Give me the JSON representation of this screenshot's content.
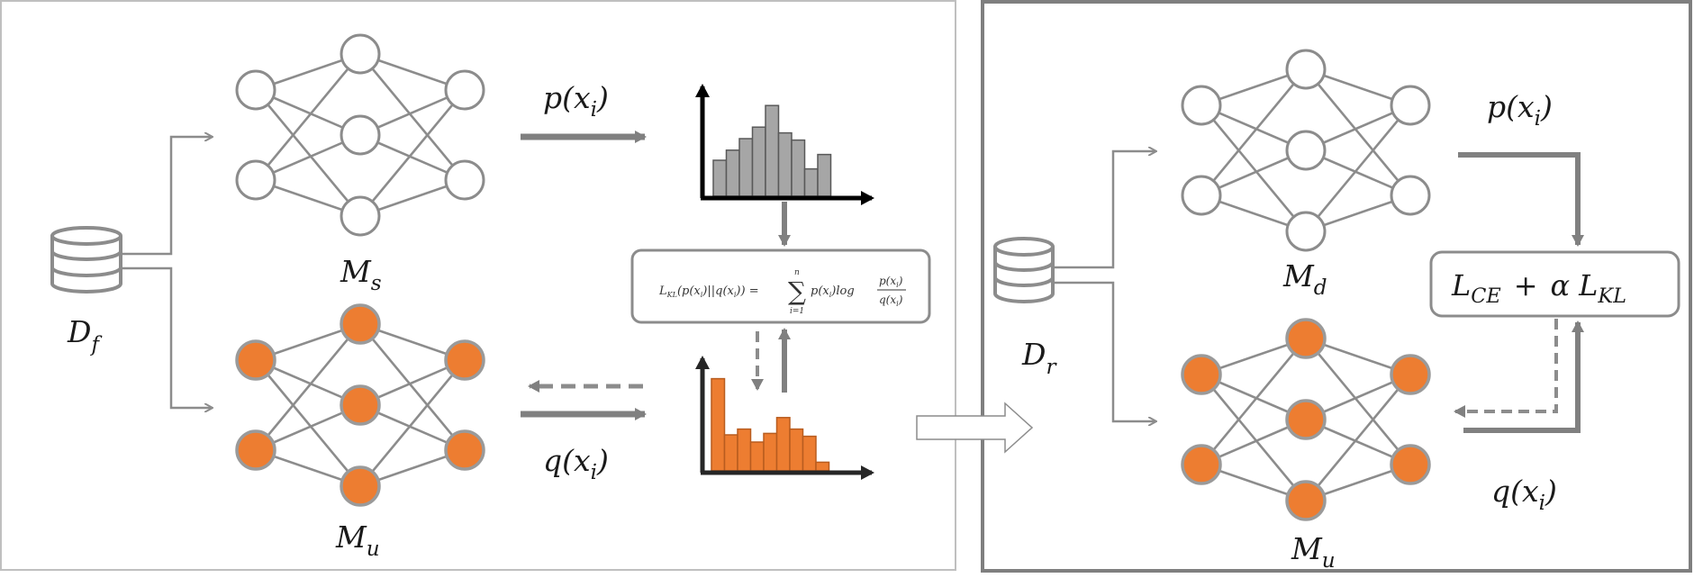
{
  "left_panel": {
    "dataset": {
      "main": "D",
      "sub": "f"
    },
    "source_model": {
      "main": "M",
      "sub": "s"
    },
    "unlearn_model": {
      "main": "M",
      "sub": "u"
    },
    "p_label": {
      "pre": "p(",
      "var": "x",
      "sub": "i",
      "post": ")"
    },
    "q_label": {
      "pre": "q(",
      "var": "x",
      "sub": "i",
      "post": ")"
    },
    "kl_formula": {
      "lhs_main": "L",
      "lhs_sub": "KL",
      "lhs_args": "(p(x",
      "lhs_args_sub": "i",
      "lhs_mid": ")||q(x",
      "lhs_mid_sub": "i",
      "lhs_end": ")) =",
      "sum_symbol": "∑",
      "sum_upper": "n",
      "sum_lower": "i=1",
      "term": "p(x",
      "term_sub": "i",
      "term_end": ")log",
      "frac_num": "p(x",
      "frac_num_sub": "i",
      "frac_num_end": ")",
      "frac_den": "q(x",
      "frac_den_sub": "i",
      "frac_den_end": ")"
    }
  },
  "right_panel": {
    "dataset": {
      "main": "D",
      "sub": "r"
    },
    "distill_model": {
      "main": "M",
      "sub": "d"
    },
    "unlearn_model": {
      "main": "M",
      "sub": "u"
    },
    "p_label": {
      "pre": "p(",
      "var": "x",
      "sub": "i",
      "post": ")"
    },
    "q_label": {
      "pre": "q(",
      "var": "x",
      "sub": "i",
      "post": ")"
    },
    "loss": {
      "ce_main": "L",
      "ce_sub": "CE",
      "plus": "+",
      "alpha": "α",
      "kl_main": "L",
      "kl_sub": "KL"
    }
  },
  "chart_data": [
    {
      "type": "bar",
      "name": "",
      "color": "#a6a6a6",
      "values": [
        2.5,
        3.2,
        4.0,
        4.8,
        6.3,
        4.4,
        3.9,
        1.9,
        2.9
      ]
    },
    {
      "type": "bar",
      "name": "",
      "color": "#ed7d31",
      "values": [
        6.4,
        2.5,
        2.9,
        2.0,
        2.6,
        3.7,
        2.9,
        2.4,
        0.6
      ]
    }
  ],
  "colors": {
    "node_orange": "#ed7d31",
    "node_stroke": "#8c8c8c",
    "hist_gray": "#a6a6a6",
    "panel_border": "#7f7f7f"
  }
}
